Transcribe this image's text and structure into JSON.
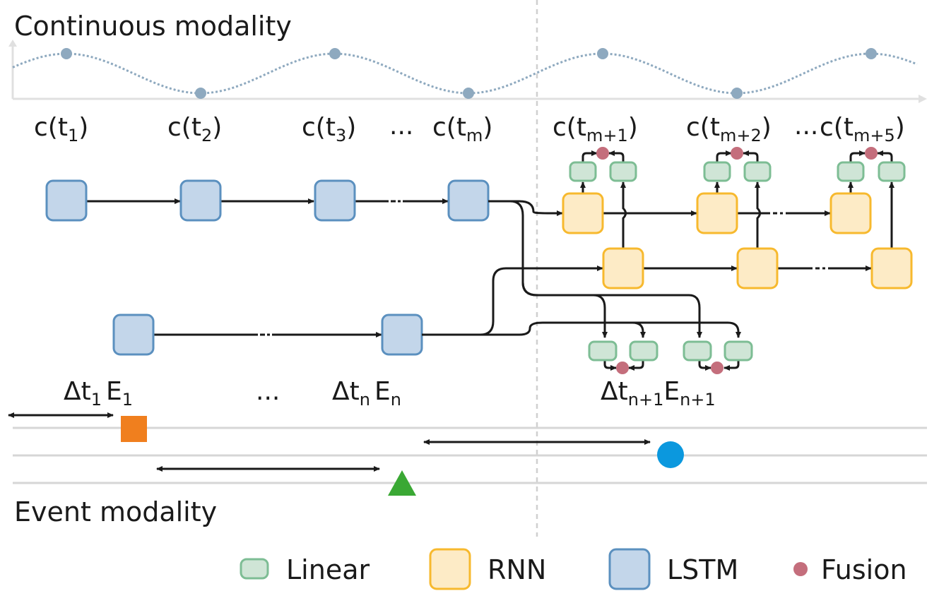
{
  "title_top": "Continuous modality",
  "title_bottom": "Event modality",
  "continuous_labels": {
    "c1": "c(t",
    "c1_sub": "1",
    "c1_close": ")",
    "c2": "c(t",
    "c2_sub": "2",
    "c2_close": ")",
    "c3": "c(t",
    "c3_sub": "3",
    "c3_close": ")",
    "dots1": "...",
    "cm": "c(t",
    "cm_sub": "m",
    "cm_close": ")",
    "cm1": "c(t",
    "cm1_sub": "m+1",
    "cm1_close": ")",
    "cm2": "c(t",
    "cm2_sub": "m+2",
    "cm2_close": ")",
    "dots2": "...",
    "cm5": "c(t",
    "cm5_sub": "m+5",
    "cm5_close": ")"
  },
  "event_labels": {
    "dt1": "Δt",
    "dt1_sub": "1",
    "e1": "E",
    "e1_sub": "1",
    "dots": "...",
    "dtn": "Δt",
    "dtn_sub": "n",
    "en": "E",
    "en_sub": "n",
    "dtn1": "Δt",
    "dtn1_sub": "n+1",
    "en1": "E",
    "en1_sub": "n+1"
  },
  "legend": {
    "linear": "Linear",
    "rnn": "RNN",
    "lstm": "LSTM",
    "fusion": "Fusion"
  },
  "colors": {
    "lstm_fill": "#c3d6ea",
    "lstm_stroke": "#5b90bf",
    "rnn_fill": "#fdebc6",
    "rnn_stroke": "#f7b92e",
    "linear_fill": "#cfe5d6",
    "linear_stroke": "#7dbd94",
    "fusion": "#c46e7c",
    "event_square": "#f07f1e",
    "event_triangle": "#3aa834",
    "event_circle": "#0b98de",
    "wave": "#8ea9bf"
  }
}
